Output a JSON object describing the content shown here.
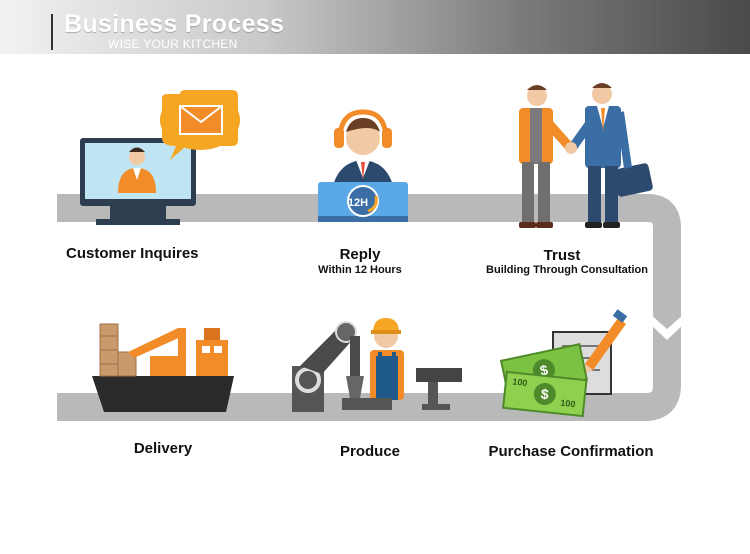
{
  "header": {
    "title": "Business Process",
    "subtitle": "WISE YOUR KITCHEN"
  },
  "steps": [
    {
      "title": "Customer Inquires",
      "subtitle": ""
    },
    {
      "title": "Reply",
      "subtitle": "Within 12 Hours"
    },
    {
      "title": "Trust",
      "subtitle": "Building Through Consultation"
    },
    {
      "title": "Purchase Confirmation",
      "subtitle": ""
    },
    {
      "title": "Produce",
      "subtitle": ""
    },
    {
      "title": "Delivery",
      "subtitle": ""
    }
  ],
  "icons": {
    "clock_text": "12H",
    "money_text": "100"
  },
  "colors": {
    "track": "#b9b9b9",
    "orange": "#f28c28",
    "navy": "#2c4a6e",
    "blue": "#3a6ea5",
    "money": "#7cc242",
    "dark": "#333333"
  }
}
